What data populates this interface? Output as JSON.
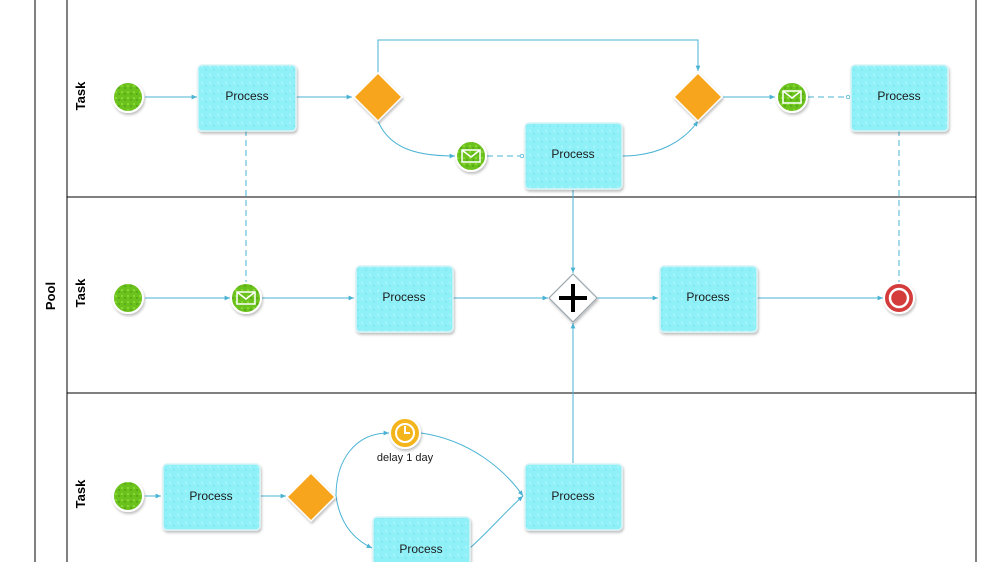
{
  "pool": {
    "label": "Pool"
  },
  "lanes": [
    {
      "label": "Task"
    },
    {
      "label": "Task"
    },
    {
      "label": "Task"
    }
  ],
  "tasks": {
    "lane1_a": "Process",
    "lane1_b": "Process",
    "lane1_c": "Process",
    "lane2_a": "Process",
    "lane2_b": "Process",
    "lane3_a": "Process",
    "lane3_b": "Process",
    "lane3_c": "Process"
  },
  "timer": {
    "label": "delay 1 day"
  },
  "colors": {
    "task_fill": "#8ff0f8",
    "task_stroke": "#cfe9ee",
    "gateway": "#f7a51b",
    "start_event": "#6cc21f",
    "end_event": "#d43a3a",
    "timer": "#f4b41a",
    "flow": "#4ab3d4",
    "lane_border": "#000000"
  },
  "icons": [
    "start-event-icon",
    "message-event-icon",
    "timer-event-icon",
    "end-event-icon",
    "exclusive-gateway-icon",
    "parallel-gateway-icon"
  ]
}
